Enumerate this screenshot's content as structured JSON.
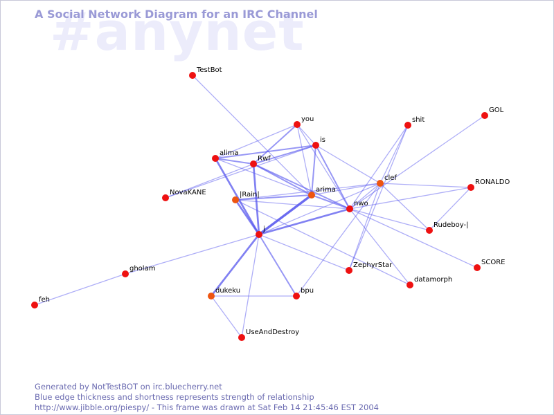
{
  "watermark": "#anynet",
  "title": "A Social Network Diagram for an IRC Channel",
  "footer": {
    "line1": "Generated by NotTestBOT on irc.bluecherry.net",
    "line2": "Blue edge thickness and shortness represents strength of relationship",
    "line3": "http://www.jibble.org/piespy/ - This frame was drawn at Sat Feb 14 21:45:46 EST 2004"
  },
  "colors": {
    "node": "#ee1111",
    "node_recent": "#ee5511",
    "edge": "#5555ee",
    "text_accent": "#9a9ad6"
  },
  "nodes": [
    {
      "id": "testbot",
      "label": "TestBot"
    },
    {
      "id": "you",
      "label": "you"
    },
    {
      "id": "shit",
      "label": "shit"
    },
    {
      "id": "gol",
      "label": "GOL"
    },
    {
      "id": "is",
      "label": "is"
    },
    {
      "id": "alima",
      "label": "alima"
    },
    {
      "id": "rwf",
      "label": "Rwf"
    },
    {
      "id": "clef",
      "label": "clef",
      "recent": true
    },
    {
      "id": "ronaldo",
      "label": "RONALDO"
    },
    {
      "id": "novakane",
      "label": "NovaKANE"
    },
    {
      "id": "rain",
      "label": "|Rain|",
      "recent": true
    },
    {
      "id": "arima",
      "label": "arima",
      "recent": true
    },
    {
      "id": "nwo",
      "label": "nwo"
    },
    {
      "id": "rudeboy",
      "label": "Rudeboy-|"
    },
    {
      "id": "j",
      "label": "j"
    },
    {
      "id": "score",
      "label": "SCORE"
    },
    {
      "id": "zephyrstar",
      "label": "ZephyrStar"
    },
    {
      "id": "gholam",
      "label": "gholam"
    },
    {
      "id": "datamorph",
      "label": "datamorph"
    },
    {
      "id": "dukeku",
      "label": "dukeku",
      "recent": true
    },
    {
      "id": "bpu",
      "label": "bpu"
    },
    {
      "id": "feh",
      "label": "feh"
    },
    {
      "id": "useanddestroy",
      "label": "UseAndDestroy"
    }
  ],
  "edges": [
    {
      "from": "testbot",
      "to": "arima",
      "weight": 1
    },
    {
      "from": "you",
      "to": "rwf",
      "weight": 2
    },
    {
      "from": "you",
      "to": "alima",
      "weight": 1
    },
    {
      "from": "you",
      "to": "is",
      "weight": 1
    },
    {
      "from": "you",
      "to": "arima",
      "weight": 1
    },
    {
      "from": "you",
      "to": "nwo",
      "weight": 1
    },
    {
      "from": "is",
      "to": "alima",
      "weight": 2
    },
    {
      "from": "is",
      "to": "rwf",
      "weight": 2
    },
    {
      "from": "is",
      "to": "arima",
      "weight": 2
    },
    {
      "from": "is",
      "to": "nwo",
      "weight": 2
    },
    {
      "from": "is",
      "to": "novakane",
      "weight": 1
    },
    {
      "from": "is",
      "to": "clef",
      "weight": 1
    },
    {
      "from": "alima",
      "to": "rwf",
      "weight": 2
    },
    {
      "from": "alima",
      "to": "j",
      "weight": 3
    },
    {
      "from": "alima",
      "to": "arima",
      "weight": 1
    },
    {
      "from": "rwf",
      "to": "j",
      "weight": 3
    },
    {
      "from": "rwf",
      "to": "arima",
      "weight": 2
    },
    {
      "from": "rwf",
      "to": "nwo",
      "weight": 2
    },
    {
      "from": "rwf",
      "to": "novakane",
      "weight": 1
    },
    {
      "from": "clef",
      "to": "nwo",
      "weight": 1
    },
    {
      "from": "clef",
      "to": "rain",
      "weight": 1
    },
    {
      "from": "clef",
      "to": "arima",
      "weight": 1
    },
    {
      "from": "clef",
      "to": "ronaldo",
      "weight": 1
    },
    {
      "from": "clef",
      "to": "rudeboy",
      "weight": 1
    },
    {
      "from": "clef",
      "to": "j",
      "weight": 1
    },
    {
      "from": "clef",
      "to": "zephyrstar",
      "weight": 1
    },
    {
      "from": "clef",
      "to": "bpu",
      "weight": 1
    },
    {
      "from": "clef",
      "to": "shit",
      "weight": 1
    },
    {
      "from": "shit",
      "to": "nwo",
      "weight": 1
    },
    {
      "from": "shit",
      "to": "zephyrstar",
      "weight": 1
    },
    {
      "from": "gol",
      "to": "nwo",
      "weight": 1
    },
    {
      "from": "ronaldo",
      "to": "nwo",
      "weight": 1
    },
    {
      "from": "ronaldo",
      "to": "rudeboy",
      "weight": 1
    },
    {
      "from": "rain",
      "to": "arima",
      "weight": 2
    },
    {
      "from": "rain",
      "to": "j",
      "weight": 3
    },
    {
      "from": "rain",
      "to": "nwo",
      "weight": 1
    },
    {
      "from": "arima",
      "to": "j",
      "weight": 4
    },
    {
      "from": "arima",
      "to": "nwo",
      "weight": 2
    },
    {
      "from": "nwo",
      "to": "j",
      "weight": 3
    },
    {
      "from": "nwo",
      "to": "rudeboy",
      "weight": 1
    },
    {
      "from": "nwo",
      "to": "score",
      "weight": 1
    },
    {
      "from": "nwo",
      "to": "datamorph",
      "weight": 1
    },
    {
      "from": "j",
      "to": "gholam",
      "weight": 1
    },
    {
      "from": "j",
      "to": "dukeku",
      "weight": 3
    },
    {
      "from": "j",
      "to": "bpu",
      "weight": 2
    },
    {
      "from": "j",
      "to": "useanddestroy",
      "weight": 1
    },
    {
      "from": "j",
      "to": "zephyrstar",
      "weight": 1
    },
    {
      "from": "gholam",
      "to": "feh",
      "weight": 1
    },
    {
      "from": "dukeku",
      "to": "bpu",
      "weight": 1
    },
    {
      "from": "dukeku",
      "to": "useanddestroy",
      "weight": 1
    },
    {
      "from": "rain",
      "to": "datamorph",
      "weight": 1
    }
  ]
}
